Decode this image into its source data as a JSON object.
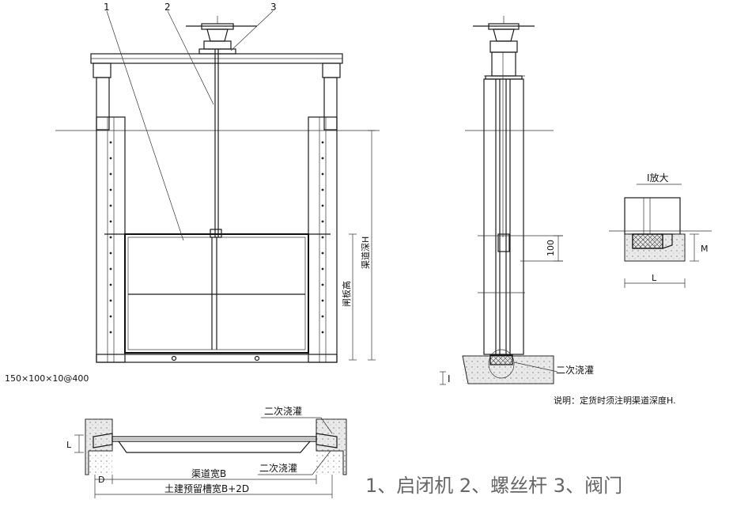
{
  "labels": {
    "callout_1": "1",
    "callout_2": "2",
    "callout_3": "3",
    "channel_depth": "渠道深H",
    "gate_height": "闸板高",
    "angle_spec": "150×100×10@400",
    "detail_title": "I放大",
    "detail_m": "M",
    "detail_l": "L",
    "dim_100": "100",
    "section_mark": "I",
    "secondary_grout_side": "二次浇灌",
    "note": "说明：定货时须注明渠道深度H.",
    "secondary_grout_top": "二次浇灌",
    "secondary_grout_bottom": "二次浇灌",
    "plan_l": "L",
    "plan_d": "D",
    "channel_width": "渠道宽B",
    "civil_width": "土建预留槽宽B+2D",
    "legend": "1、启闭机  2、螺丝杆  3、阀门"
  }
}
